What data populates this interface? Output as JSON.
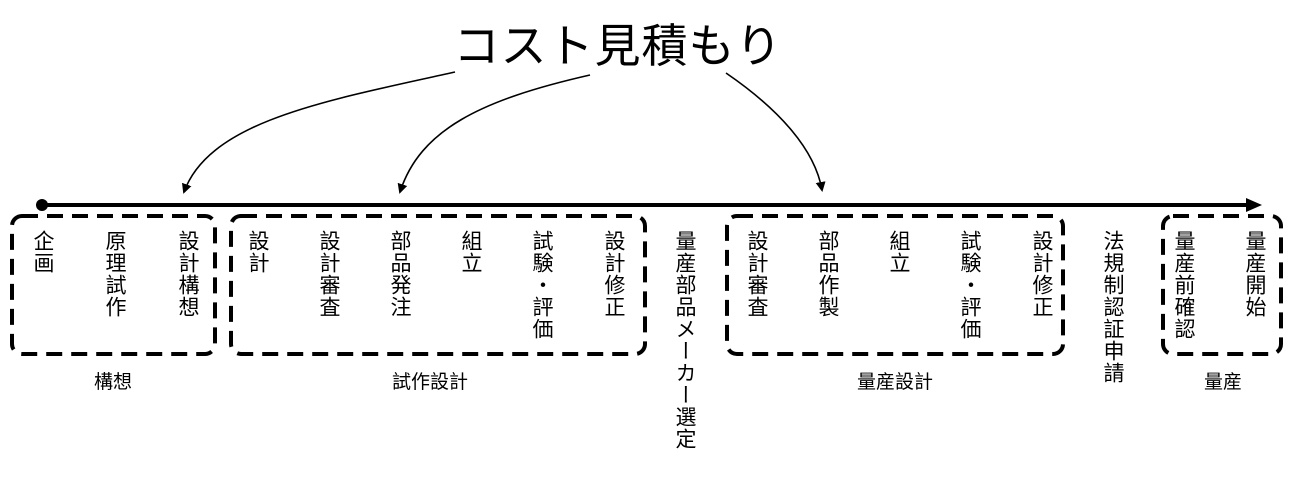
{
  "title": "コスト見積もり",
  "steps": [
    {
      "id": "kikaku",
      "label": "企画"
    },
    {
      "id": "genri-shisaku",
      "label": "原理試作"
    },
    {
      "id": "sekkei-koso",
      "label": "設計構想"
    },
    {
      "id": "sekkei",
      "label": "設計"
    },
    {
      "id": "sekkei-shinsa-1",
      "label": "設計審査"
    },
    {
      "id": "buhin-hatchu",
      "label": "部品発注"
    },
    {
      "id": "kumitate-1",
      "label": "組立"
    },
    {
      "id": "shiken-hyoka-1",
      "label": "試験・評価"
    },
    {
      "id": "sekkei-shusei-1",
      "label": "設計修正"
    },
    {
      "id": "maker-sentei",
      "label": "量産部品メーカー選定"
    },
    {
      "id": "sekkei-shinsa-2",
      "label": "設計審査"
    },
    {
      "id": "buhin-sakusei",
      "label": "部品作製"
    },
    {
      "id": "kumitate-2",
      "label": "組立"
    },
    {
      "id": "shiken-hyoka-2",
      "label": "試験・評価"
    },
    {
      "id": "sekkei-shusei-2",
      "label": "設計修正"
    },
    {
      "id": "hoki-ninsho",
      "label": "法規制認証申請"
    },
    {
      "id": "ryosan-mae-kakunin",
      "label": "量産前確認"
    },
    {
      "id": "ryosan-kaishi",
      "label": "量産開始"
    }
  ],
  "groups": [
    {
      "id": "koso",
      "label": "構想"
    },
    {
      "id": "shisaku-sekkei",
      "label": "試作設計"
    },
    {
      "id": "ryosan-sekkei",
      "label": "量産設計"
    },
    {
      "id": "ryosan",
      "label": "量産"
    }
  ]
}
